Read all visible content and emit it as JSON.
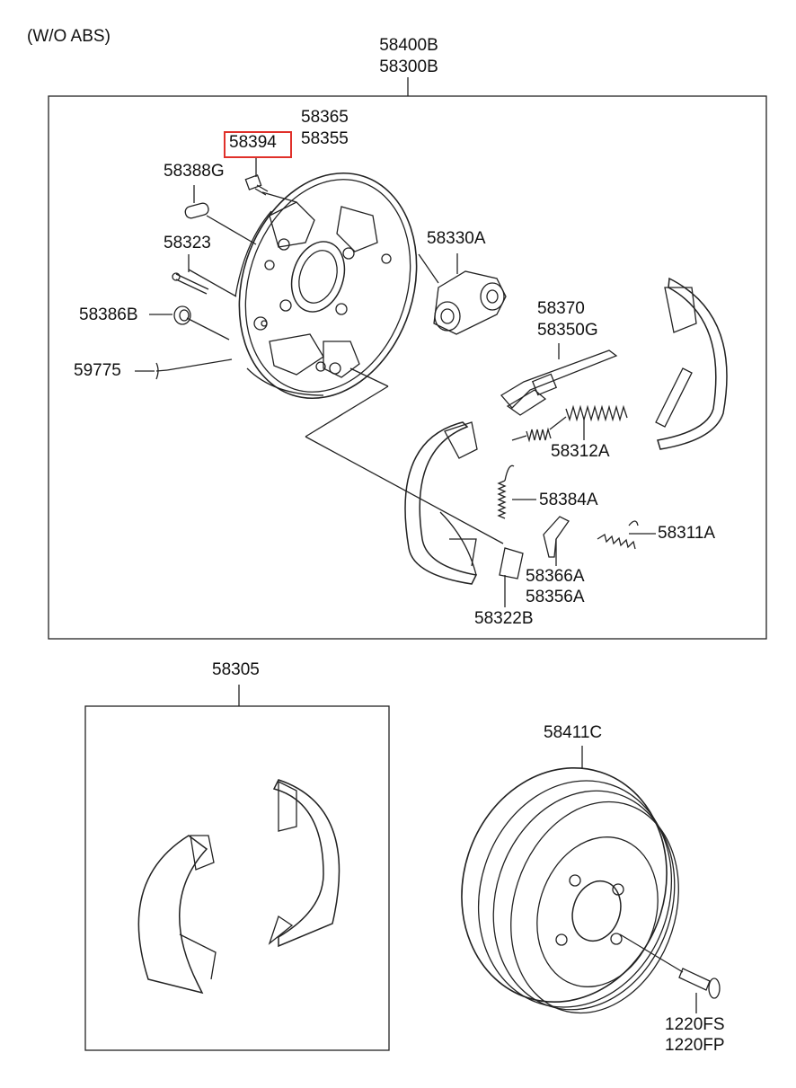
{
  "diagram": {
    "variant_note": "(W/O ABS)",
    "highlight_color": "#e0302a",
    "upper_assembly": {
      "labels": [
        "58400B",
        "58300B"
      ]
    },
    "parts": {
      "backing_plate": [
        "58365",
        "58355"
      ],
      "highlighted_bolt": "58394",
      "plug": "58388G",
      "pin": "58323",
      "cap": "58386B",
      "spring_clip": "59775",
      "wheel_cylinder": "58330A",
      "adjuster": [
        "58370",
        "58350G"
      ],
      "adjuster_spring": "58312A",
      "return_spring": "58384A",
      "lower_spring": "58311A",
      "lever": [
        "58366A",
        "58356A"
      ],
      "lever_clip": "58322B"
    },
    "lower_left_kit": {
      "label": "58305"
    },
    "drum": {
      "label": "58411C",
      "screw": [
        "1220FS",
        "1220FP"
      ]
    }
  }
}
